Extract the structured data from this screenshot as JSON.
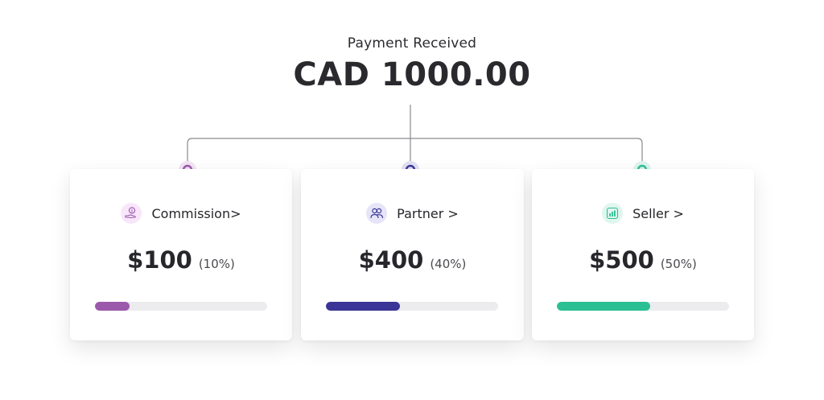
{
  "header": {
    "label": "Payment Received",
    "amount": "CAD 1000.00"
  },
  "cards": [
    {
      "title": "Commission>",
      "value": "$100",
      "percent_text": "(10%)",
      "fraction": 0.2,
      "color": "#9b59ab",
      "icon_bg": "#f8e6fb",
      "icon": "hand-coin-icon"
    },
    {
      "title": "Partner >",
      "value": "$400",
      "percent_text": "(40%)",
      "fraction": 0.43,
      "color": "#3a3596",
      "icon_bg": "#e6e4f8",
      "icon": "people-icon"
    },
    {
      "title": "Seller >",
      "value": "$500",
      "percent_text": "(50%)",
      "fraction": 0.54,
      "color": "#2bbf94",
      "icon_bg": "#e0f6ee",
      "icon": "bar-chart-icon"
    }
  ]
}
